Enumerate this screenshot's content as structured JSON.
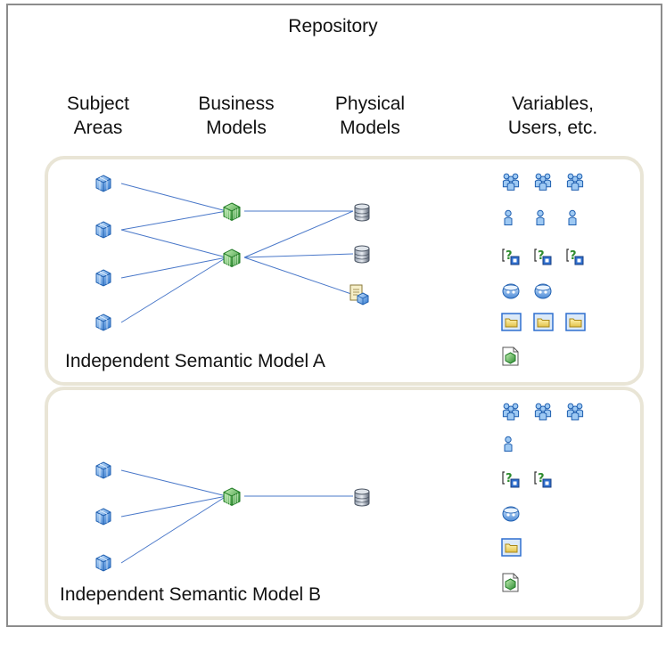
{
  "title": "Repository",
  "columns": {
    "subject_areas": [
      "Subject",
      "Areas"
    ],
    "business_models": [
      "Business",
      "Models"
    ],
    "physical_models": [
      "Physical",
      "Models"
    ],
    "variables_users": [
      "Variables,",
      "Users, etc."
    ]
  },
  "models": [
    {
      "label": "Independent Semantic Model A",
      "subject_area_count": 4,
      "business_model_count": 2,
      "physical_items": [
        "database-icon",
        "database-icon",
        "document-cube-icon"
      ],
      "repo_objects": {
        "user-group-icon": 3,
        "user-icon": 3,
        "variable-icon": 3,
        "session-icon": 2,
        "folder-icon": 3,
        "document-icon": 1
      }
    },
    {
      "label": "Independent Semantic Model B",
      "subject_area_count": 3,
      "business_model_count": 1,
      "physical_items": [
        "database-icon"
      ],
      "repo_objects": {
        "user-group-icon": 3,
        "user-icon": 1,
        "variable-icon": 2,
        "session-icon": 1,
        "folder-icon": 1,
        "document-icon": 1
      }
    }
  ],
  "colors": {
    "frame": "#8c8c8c",
    "panel_border": "#e9e5d6",
    "connector": "#4a78c9",
    "cube_blue": "#3d86d6",
    "business_green": "#36a33b",
    "database_gray": "#6f7b8c"
  }
}
